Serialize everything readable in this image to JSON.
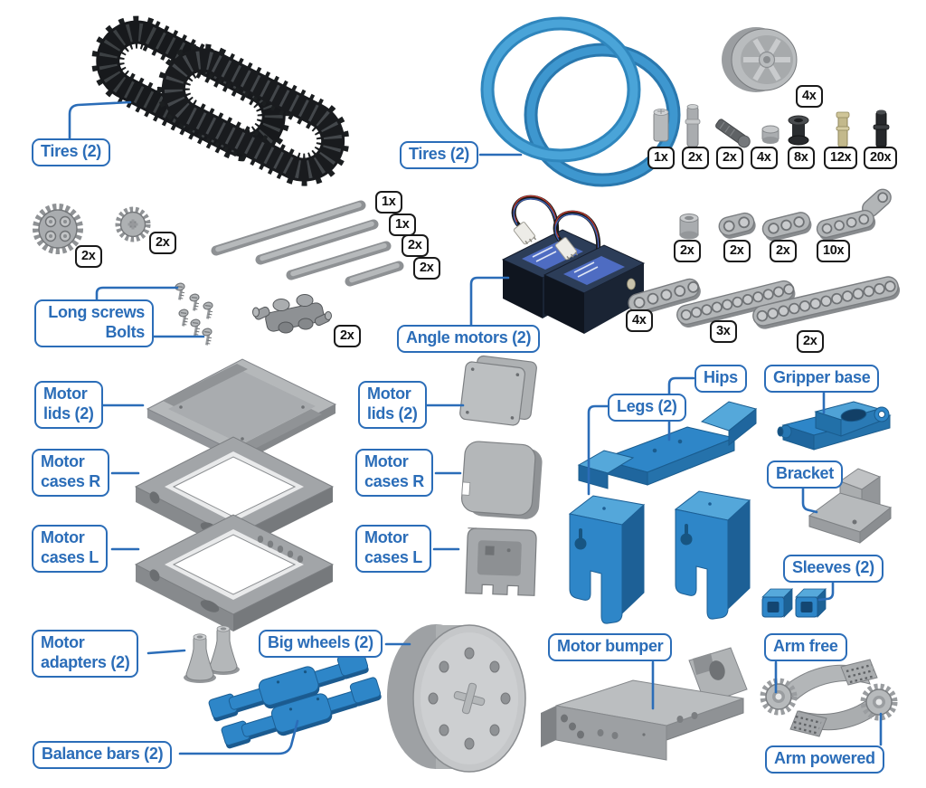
{
  "colors": {
    "label_blue": "#2b6db8",
    "part_blue": "#2e86c8",
    "tire_blue": "#42a0d4",
    "badge_border": "#1a1a1a"
  },
  "callouts": {
    "tires_left": "Tires (2)",
    "tires_right": "Tires (2)",
    "long_screws": {
      "line1": "Long screws",
      "line2": "Bolts"
    },
    "angle_motors": "Angle motors (2)",
    "motor_lids": {
      "line1": "Motor",
      "line2": "lids (2)"
    },
    "motor_cases_r": {
      "line1": "Motor",
      "line2": "cases R"
    },
    "motor_cases_l": {
      "line1": "Motor",
      "line2": "cases L"
    },
    "hips": "Hips",
    "legs": "Legs (2)",
    "gripper_base": "Gripper base",
    "bracket": "Bracket",
    "sleeves": "Sleeves (2)",
    "motor_adapters": {
      "line1": "Motor",
      "line2": "adapters (2)"
    },
    "big_wheels": "Big wheels (2)",
    "balance_bars": "Balance bars (2)",
    "motor_bumper": "Motor bumper",
    "arm_free": "Arm free",
    "arm_powered": "Arm powered"
  },
  "quantities": {
    "wheel_hub": "4x",
    "peg_cylinder": "1x",
    "pin_long": "2x",
    "axle_connector": "2x",
    "bushing": "4x",
    "spacer": "8x",
    "pin_tan": "12x",
    "pin_black": "20x",
    "gear_large": "2x",
    "gear_small": "2x",
    "axle_xl": "1x",
    "axle_l": "1x",
    "axle_m": "2x",
    "axle_s": "2x",
    "cross_block": "2x",
    "tube": "2x",
    "beam2": "2x",
    "beam3": "2x",
    "beam_angle": "10x",
    "beam5": "4x",
    "beam11": "3x",
    "beam13": "2x"
  }
}
